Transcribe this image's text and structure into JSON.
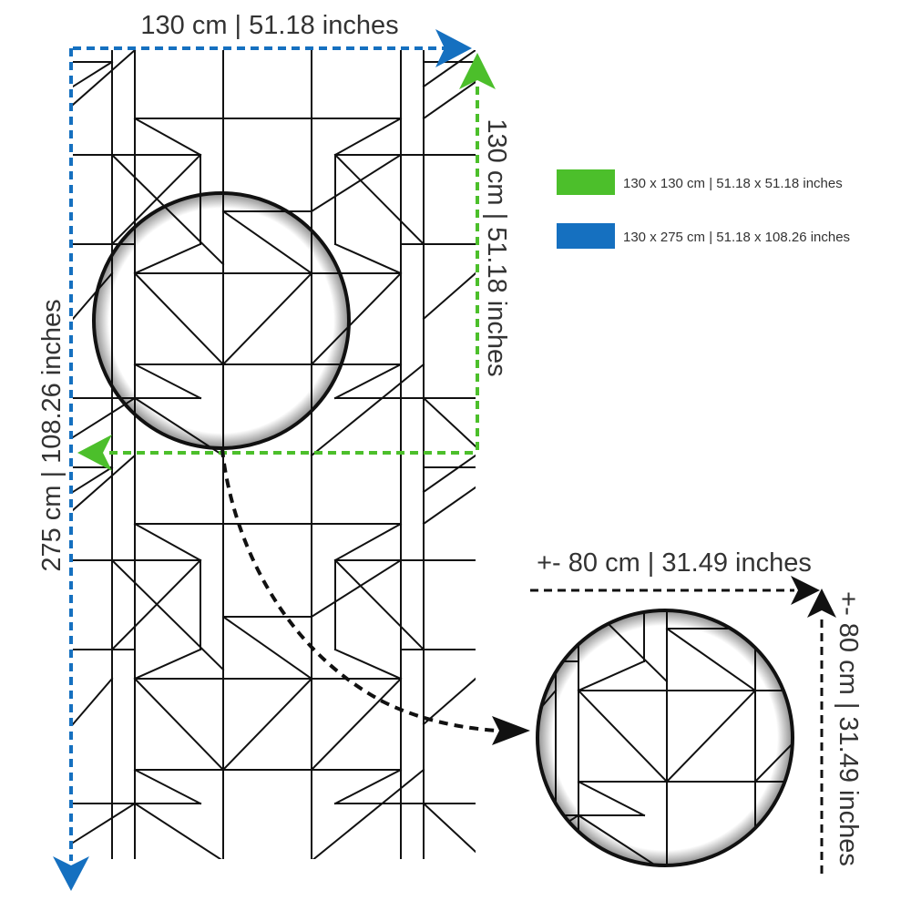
{
  "dimensions": {
    "width_label": "130 cm | 51.18 inches",
    "height_label": "275 cm | 108.26 inches",
    "sample_height_label": "130 cm | 51.18 inches",
    "zoom_width_label": "+- 80 cm | 31.49 inches",
    "zoom_height_label": "+- 80 cm | 31.49 inches"
  },
  "legend": {
    "items": [
      {
        "label": "130 x 130 cm | 51.18 x 51.18 inches",
        "color": "#4cbf2b"
      },
      {
        "label": "130 x 275 cm | 51.18 x 108.26 inches",
        "color": "#1570c0"
      }
    ]
  },
  "colors": {
    "sample_green": "#4cbf2b",
    "full_blue": "#1570c0",
    "zoom_black": "#111111",
    "pattern": "#111111"
  }
}
